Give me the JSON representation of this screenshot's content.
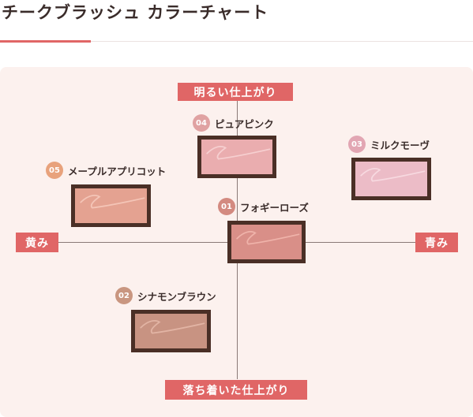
{
  "title": "チークブラッシュ カラーチャート",
  "colors": {
    "accent": "#e06666",
    "panel_bg": "#fcf1ee",
    "compact_frame": "#4a2f26"
  },
  "axes": {
    "top": "明るい仕上がり",
    "bottom": "落ち着いた仕上がり",
    "left": "黄み",
    "right": "青み"
  },
  "shades": [
    {
      "number": "01",
      "name": "フォギーローズ",
      "badge_color": "#d38a80",
      "pan_color": "#d98f88",
      "stroke_color": "#efb3aa"
    },
    {
      "number": "02",
      "name": "シナモンブラウン",
      "badge_color": "#c99680",
      "pan_color": "#c89382",
      "stroke_color": "#e2b4a4"
    },
    {
      "number": "03",
      "name": "ミルクモーヴ",
      "badge_color": "#e2a6b3",
      "pan_color": "#ecbcc7",
      "stroke_color": "#f7d9e0"
    },
    {
      "number": "04",
      "name": "ピュアピンク",
      "badge_color": "#e0a2a2",
      "pan_color": "#eaadaf",
      "stroke_color": "#f6cfd0"
    },
    {
      "number": "05",
      "name": "メープルアプリコット",
      "badge_color": "#e8a27c",
      "pan_color": "#e4a291",
      "stroke_color": "#f4c5b7"
    }
  ]
}
